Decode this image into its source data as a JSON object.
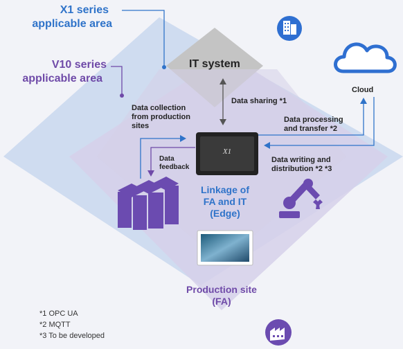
{
  "labels": {
    "x1_area_line1": "X1 series",
    "x1_area_line2": "applicable area",
    "v10_area_line1": "V10 series",
    "v10_area_line2": "applicable area",
    "it_system": "IT system",
    "cloud": "Cloud",
    "data_sharing": "Data sharing *1",
    "data_collection": "Data collection\nfrom production\nsites",
    "data_processing": "Data processing\nand transfer *2",
    "data_feedback": "Data\nfeedback",
    "data_writing": "Data writing and\ndistribution *2 *3",
    "edge": "Linkage of\nFA and IT\n(Edge)",
    "production_site": "Production site\n(FA)",
    "device_brand": "X1"
  },
  "footnotes": [
    "*1 OPC UA",
    "*2 MQTT",
    "*3 To be developed"
  ],
  "icons": {
    "building": "building-icon",
    "cloud": "cloud-icon",
    "boxes": "boxes-icon",
    "robot_arm": "robot-arm-icon",
    "factory": "factory-icon"
  },
  "colors": {
    "x1_diamond": "#c9d7ef",
    "v10_diamond": "#d6d0ea",
    "it_diamond": "#c4c4c4",
    "x1_blue": "#2f73c9",
    "v10_purple": "#6f4aa8",
    "icon_blue": "#2f6fd1",
    "icon_purple": "#6b4bb0"
  }
}
